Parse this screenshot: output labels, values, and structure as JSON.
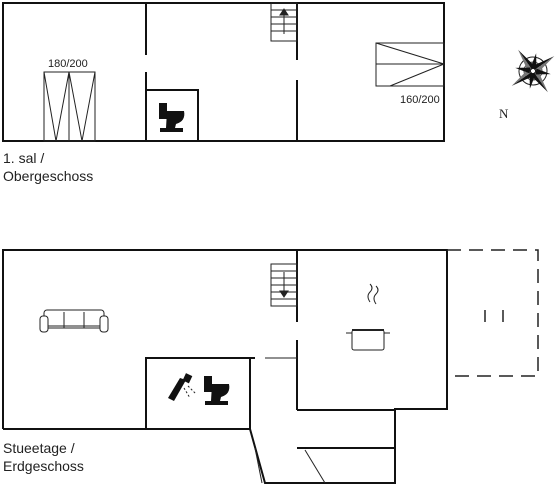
{
  "floors": {
    "upper": {
      "label_line1": "1. sal /",
      "label_line2": "Obergeschoss"
    },
    "ground": {
      "label_line1": "Stueetage /",
      "label_line2": "Erdgeschoss"
    }
  },
  "beds": {
    "bed_left": "180/200",
    "bed_right": "160/200"
  },
  "compass": {
    "north_label": "N"
  },
  "icons": {
    "toilet": "toilet-icon",
    "shower": "shower-icon",
    "sofa": "sofa-icon",
    "pot": "cooking-pot-icon",
    "stairs": "stairs-icon",
    "compass": "compass-rose-icon"
  },
  "colors": {
    "wall": "#111111",
    "line": "#222222",
    "background": "#ffffff"
  }
}
